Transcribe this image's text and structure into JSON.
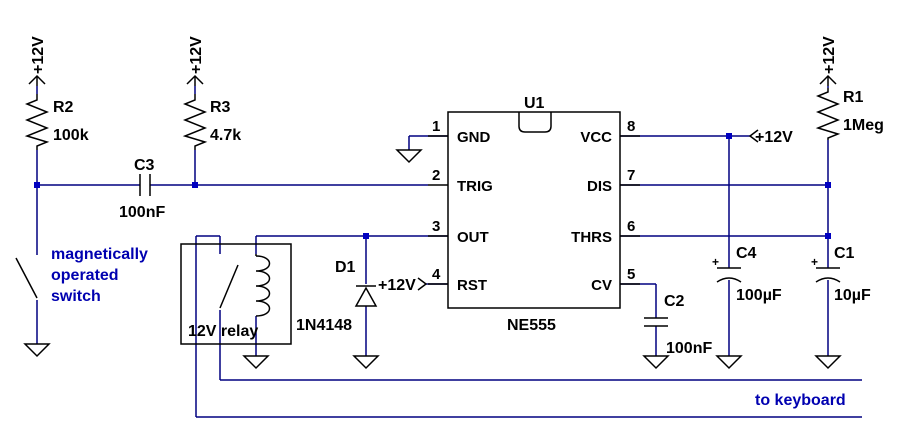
{
  "supply_label": "+12V",
  "components": {
    "r1": {
      "ref": "R1",
      "value": "1Meg"
    },
    "r2": {
      "ref": "R2",
      "value": "100k"
    },
    "r3": {
      "ref": "R3",
      "value": "4.7k"
    },
    "c1": {
      "ref": "C1",
      "value": "10µF"
    },
    "c2": {
      "ref": "C2",
      "value": "100nF"
    },
    "c3": {
      "ref": "C3",
      "value": "100nF"
    },
    "c4": {
      "ref": "C4",
      "value": "100µF"
    },
    "d1": {
      "ref": "D1",
      "value": "1N4148"
    },
    "u1": {
      "ref": "U1",
      "value": "NE555"
    },
    "relay": {
      "label": "12V relay"
    }
  },
  "ic_pins": [
    {
      "num": "1",
      "name": "GND"
    },
    {
      "num": "2",
      "name": "TRIG"
    },
    {
      "num": "3",
      "name": "OUT"
    },
    {
      "num": "4",
      "name": "RST"
    },
    {
      "num": "8",
      "name": "VCC"
    },
    {
      "num": "7",
      "name": "DIS"
    },
    {
      "num": "6",
      "name": "THRS"
    },
    {
      "num": "5",
      "name": "CV"
    }
  ],
  "notes": {
    "switch_line1": "magnetically",
    "switch_line2": "operated",
    "switch_line3": "switch",
    "keyboard": "to keyboard"
  }
}
